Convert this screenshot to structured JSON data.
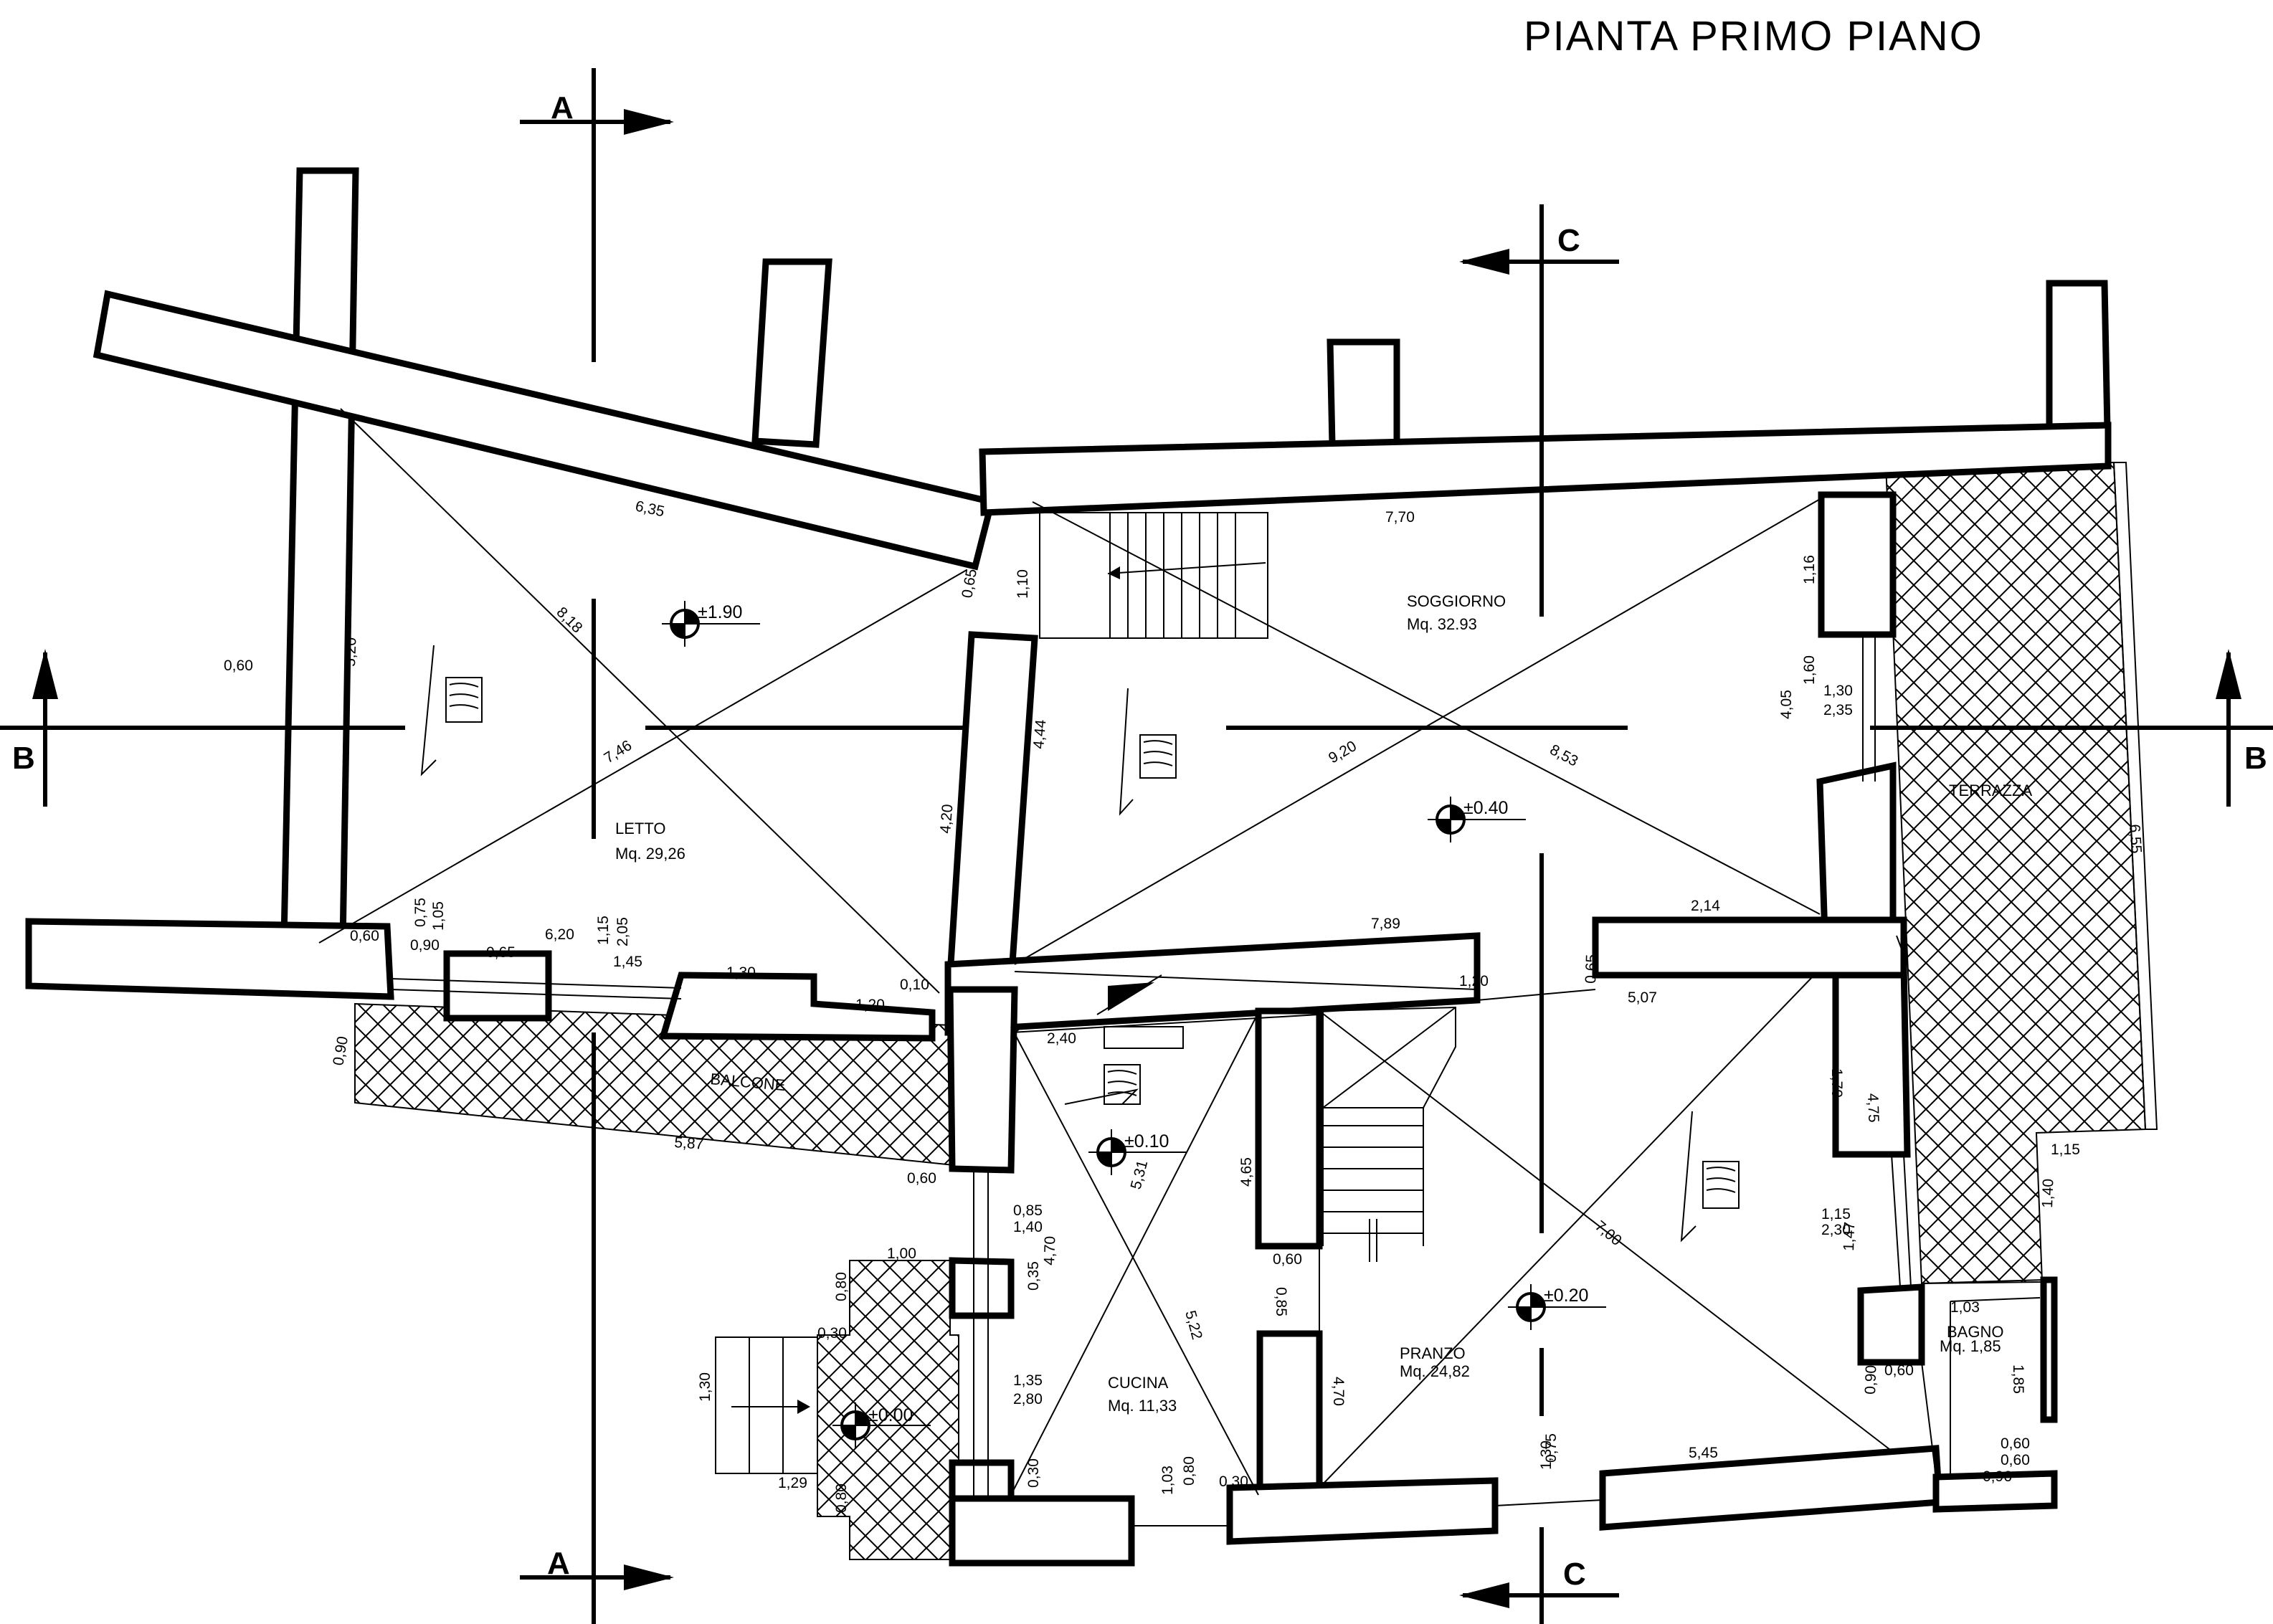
{
  "title": "PIANTA PRIMO PIANO",
  "sections": {
    "a_top": "A",
    "a_bottom": "A",
    "b_left": "B",
    "b_right": "B",
    "c_top": "C",
    "c_bottom": "C"
  },
  "rooms": {
    "letto": {
      "name": "LETTO",
      "area": "Mq. 29,26"
    },
    "soggiorno": {
      "name": "SOGGIORNO",
      "area": "Mq. 32.93"
    },
    "cucina": {
      "name": "CUCINA",
      "area": "Mq. 11,33"
    },
    "pranzo": {
      "name": "PRANZO",
      "area": "Mq. 24,82"
    },
    "bagno": {
      "name": "BAGNO",
      "area": "Mq. 1,85"
    },
    "balcone": {
      "name": "BALCONE"
    },
    "terrazza": {
      "name": "TERRAZZA"
    }
  },
  "levels": {
    "letto": "±1.90",
    "soggiorno": "±0.40",
    "cucina": "±0.10",
    "pranzo": "±0.20",
    "ingresso": "±0.00"
  },
  "dims": {
    "d01": "6,35",
    "d02": "8,18",
    "d03": "5,20",
    "d04": "0,60",
    "d05": "7,46",
    "d06": "0,65",
    "d07": "1,10",
    "d08": "7,70",
    "d09": "1,16",
    "d10": "9,20",
    "d11": "8,53",
    "d12": "4,44",
    "d13": "4,20",
    "d14": "1,60",
    "d15": "4,05",
    "d16": "1,30",
    "d17": "2,35",
    "d18": "6,55",
    "d19": "0,60",
    "d20": "0,75",
    "d21": "1,05",
    "d22": "0,90",
    "d23": "6,20",
    "d24": "0,65",
    "d25": "1,15",
    "d26": "2,05",
    "d27": "1,45",
    "d28": "1,30",
    "d29": "1,20",
    "d30": "0,10",
    "d31": "0,90",
    "d32": "5,87",
    "d33": "2,40",
    "d34": "7,89",
    "d35": "2,14",
    "d36": "1,20",
    "d37": "0,65",
    "d38": "5,07",
    "d39": "1,70",
    "d40": "4,75",
    "d41": "1,15",
    "d42": "2,30",
    "d43": "1,47",
    "d44": "1,15",
    "d45": "1,40",
    "d46": "0,60",
    "d47": "0,85",
    "d48": "1,40",
    "d49": "4,70",
    "d50": "5,31",
    "d51": "4,65",
    "d52": "7,00",
    "d53": "0,35",
    "d54": "0,60",
    "d55": "0,85",
    "d56": "1,00",
    "d57": "0,80",
    "d58": "0,30",
    "d59": "1,30",
    "d60": "1,35",
    "d61": "2,80",
    "d62": "5,22",
    "d63": "4,70",
    "d64": "1,29",
    "d65": "0,80",
    "d66": "0,30",
    "d67": "1,03",
    "d68": "0,80",
    "d69": "0,30",
    "d70": "0,75",
    "d71": "1,30",
    "d72": "5,45",
    "d73": "0,90",
    "d74": "0,60",
    "d75": "1,03",
    "d76": "1,85",
    "d77": "0,60",
    "d78": "0,60",
    "d79": "0,96"
  }
}
